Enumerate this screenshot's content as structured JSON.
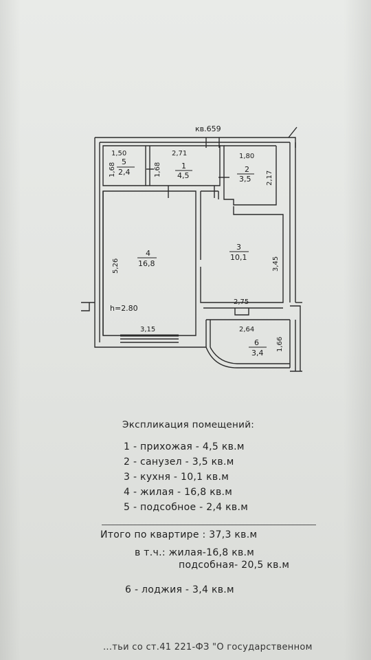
{
  "plan": {
    "apartment_label": "кв.659",
    "ceiling_height": "h=2.80",
    "rooms": [
      {
        "number": "5",
        "area": "2,4"
      },
      {
        "number": "1",
        "area": "4,5"
      },
      {
        "number": "2",
        "area": "3,5"
      },
      {
        "number": "4",
        "area": "16,8"
      },
      {
        "number": "3",
        "area": "10,1"
      },
      {
        "number": "6",
        "area": "3,4"
      }
    ],
    "dimensions": {
      "d150": "1,50",
      "d168a": "1,68",
      "d271": "2,71",
      "d168b": "1,68",
      "d180": "1,80",
      "d217": "2,17",
      "d526": "5,26",
      "d345": "3,45",
      "d275": "2,75",
      "d264": "2,64",
      "d166": "1,66",
      "d315": "3,15"
    }
  },
  "explication": {
    "title": "Экспликация помещений:",
    "items": [
      "1 - прихожая - 4,5 кв.м",
      "2 - санузел - 3,5 кв.м",
      "3 - кухня - 10,1 кв.м",
      "4 - жилая - 16,8 кв.м",
      "5 - подсобное - 2,4 кв.м"
    ],
    "total": "Итого по квартире : 37,3 кв.м",
    "incl_living": "в т.ч.: жилая-16,8 кв.м",
    "incl_utility": "подсобная- 20,5 кв.м",
    "loggia": "6 - лоджия - 3,4 кв.м"
  },
  "footer": {
    "text": "...тьи со ст.41 221-ФЗ \"О государственном"
  }
}
